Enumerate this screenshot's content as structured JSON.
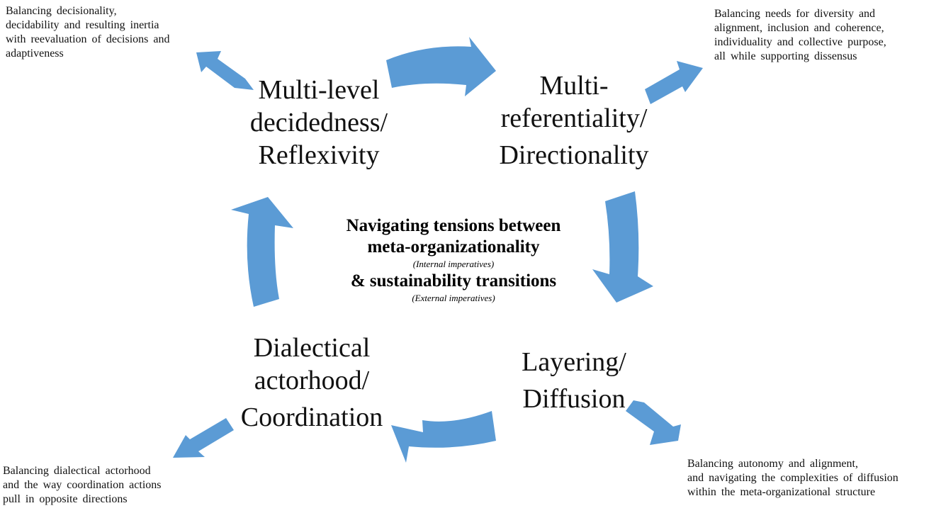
{
  "diagram": {
    "accent_color": "#5b9bd5",
    "center": {
      "line1": "Navigating tensions between",
      "line2": "meta-organizationality",
      "sub1": "(Internal imperatives)",
      "line3": "& sustainability transitions",
      "sub2": "(External imperatives)"
    },
    "nodes": [
      {
        "id": "decidedness",
        "lines": [
          "Multi-level",
          "decidedness/",
          "Reflexivity"
        ]
      },
      {
        "id": "referentiality",
        "lines": [
          "Multi-",
          "referentiality/",
          "Directionality"
        ]
      },
      {
        "id": "layering",
        "lines": [
          "Layering/",
          "Diffusion"
        ]
      },
      {
        "id": "actorhood",
        "lines": [
          "Dialectical",
          "actorhood/",
          "Coordination"
        ]
      }
    ],
    "notes": [
      {
        "id": "decidedness-note",
        "lines": [
          "Balancing decisionality,",
          "decidability and resulting inertia",
          "with reevaluation of decisions and",
          "adaptiveness"
        ]
      },
      {
        "id": "referentiality-note",
        "lines": [
          "Balancing needs for diversity and",
          "alignment, inclusion and coherence,",
          "individuality and collective purpose,",
          "all while supporting dissensus"
        ]
      },
      {
        "id": "layering-note",
        "lines": [
          "Balancing autonomy and alignment,",
          "and navigating the complexities of diffusion",
          "within the meta-organizational structure"
        ]
      },
      {
        "id": "actorhood-note",
        "lines": [
          "Balancing dialectical actorhood",
          "and the way coordination actions",
          "pull in opposite directions"
        ]
      }
    ],
    "cycle_arrows": [
      {
        "from": "decidedness",
        "to": "referentiality",
        "direction": "right"
      },
      {
        "from": "referentiality",
        "to": "layering",
        "direction": "down"
      },
      {
        "from": "layering",
        "to": "actorhood",
        "direction": "left"
      },
      {
        "from": "actorhood",
        "to": "decidedness",
        "direction": "up"
      }
    ],
    "note_arrows": [
      {
        "from": "decidedness",
        "to": "decidedness-note",
        "direction": "up-left"
      },
      {
        "from": "referentiality",
        "to": "referentiality-note",
        "direction": "up-right"
      },
      {
        "from": "layering",
        "to": "layering-note",
        "direction": "down-right"
      },
      {
        "from": "actorhood",
        "to": "actorhood-note",
        "direction": "down-left"
      }
    ]
  }
}
